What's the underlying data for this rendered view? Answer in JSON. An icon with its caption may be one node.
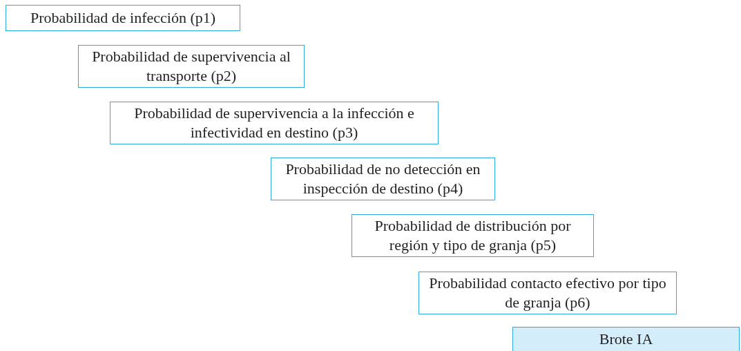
{
  "diagram": {
    "nodes": [
      {
        "text": [
          "Probabilidad de infección (p1)"
        ]
      },
      {
        "text": [
          "Probabilidad de supervivencia al transporte (p2)"
        ]
      },
      {
        "text": [
          "Probabilidad de supervivencia a la infección e infectividad en destino (p3)"
        ]
      },
      {
        "text": [
          "Probabilidad de no detección en inspección de destino (p4)"
        ]
      },
      {
        "text": [
          "Probabilidad de distribución por región y tipo de granja (p5)"
        ]
      },
      {
        "text": [
          "Probabilidad contacto efectivo por tipo de granja (p6)"
        ]
      },
      {
        "text": [
          "Brote IA"
        ]
      }
    ]
  }
}
